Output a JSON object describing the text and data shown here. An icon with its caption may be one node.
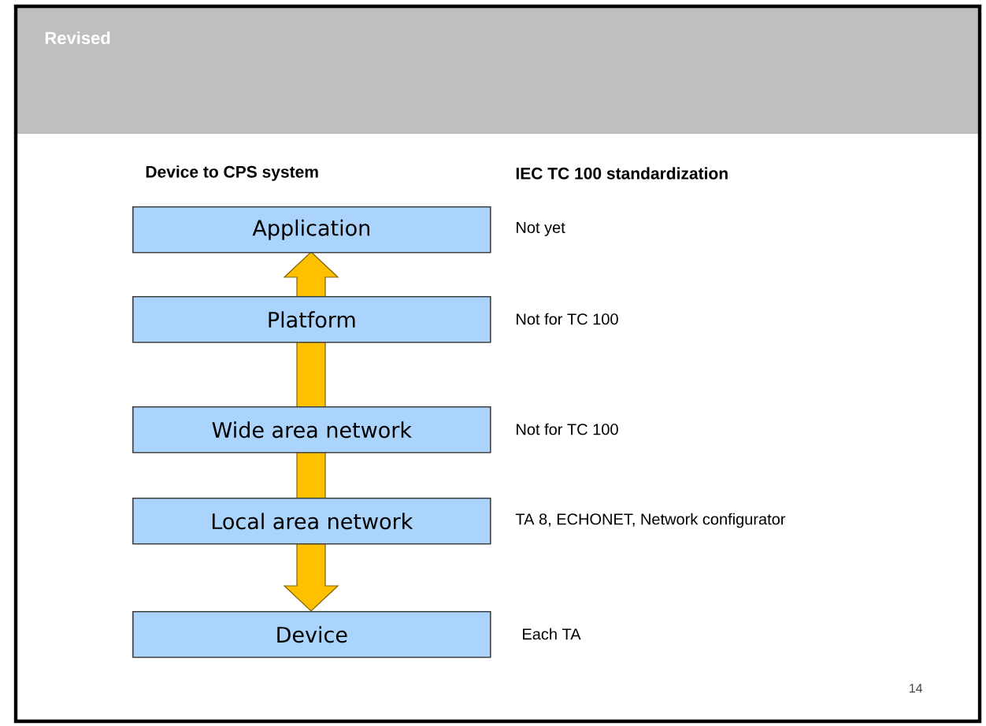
{
  "diagram": {
    "title": "Revised",
    "nodes": [
      {
        "text": [
          "Application"
        ],
        "beside": [
          "Not yet"
        ]
      },
      {
        "text": [
          "Platform"
        ],
        "beside": [
          "Not for TC 100"
        ]
      },
      {
        "text": [
          "Wide area network"
        ],
        "beside": [
          "Not for TC 100"
        ]
      },
      {
        "text": [
          "Local area network"
        ],
        "beside": [
          "TA 8, ECHONET, Network configurator"
        ]
      },
      {
        "text": [
          "Device"
        ],
        "beside": [
          "Each TA"
        ]
      }
    ],
    "edges": [
      {
        "from": 4,
        "to": 0,
        "arrow": "both"
      }
    ],
    "labels": [
      "Device to CPS system",
      "IEC TC 100 standardization",
      "14"
    ]
  }
}
